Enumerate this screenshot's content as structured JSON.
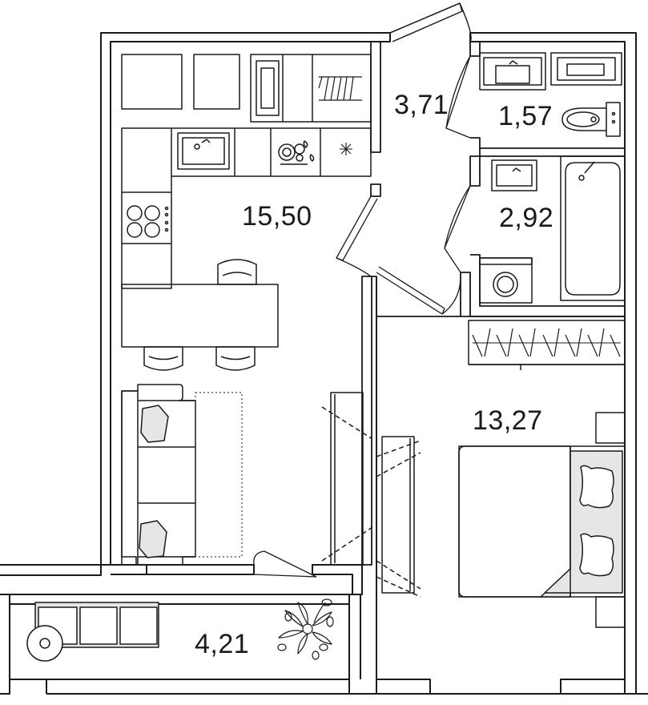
{
  "plan": {
    "rooms": [
      {
        "id": "hall",
        "area": "3,71"
      },
      {
        "id": "toilet",
        "area": "1,57"
      },
      {
        "id": "kitchen-living",
        "area": "15,50"
      },
      {
        "id": "bathroom",
        "area": "2,92"
      },
      {
        "id": "bedroom",
        "area": "13,27"
      },
      {
        "id": "balcony",
        "area": "4,21"
      }
    ],
    "colors": {
      "wall": "#1a1a1a",
      "furniture_fill": "#e6e6e6",
      "background": "#ffffff"
    },
    "icons": [
      "sink-icon",
      "stove-icon",
      "dishwasher-icon",
      "fridge-icon",
      "toilet-icon",
      "bathtub-icon",
      "washing-machine-icon",
      "bed-icon",
      "sofa-icon",
      "plant-icon",
      "chair-icon"
    ]
  }
}
